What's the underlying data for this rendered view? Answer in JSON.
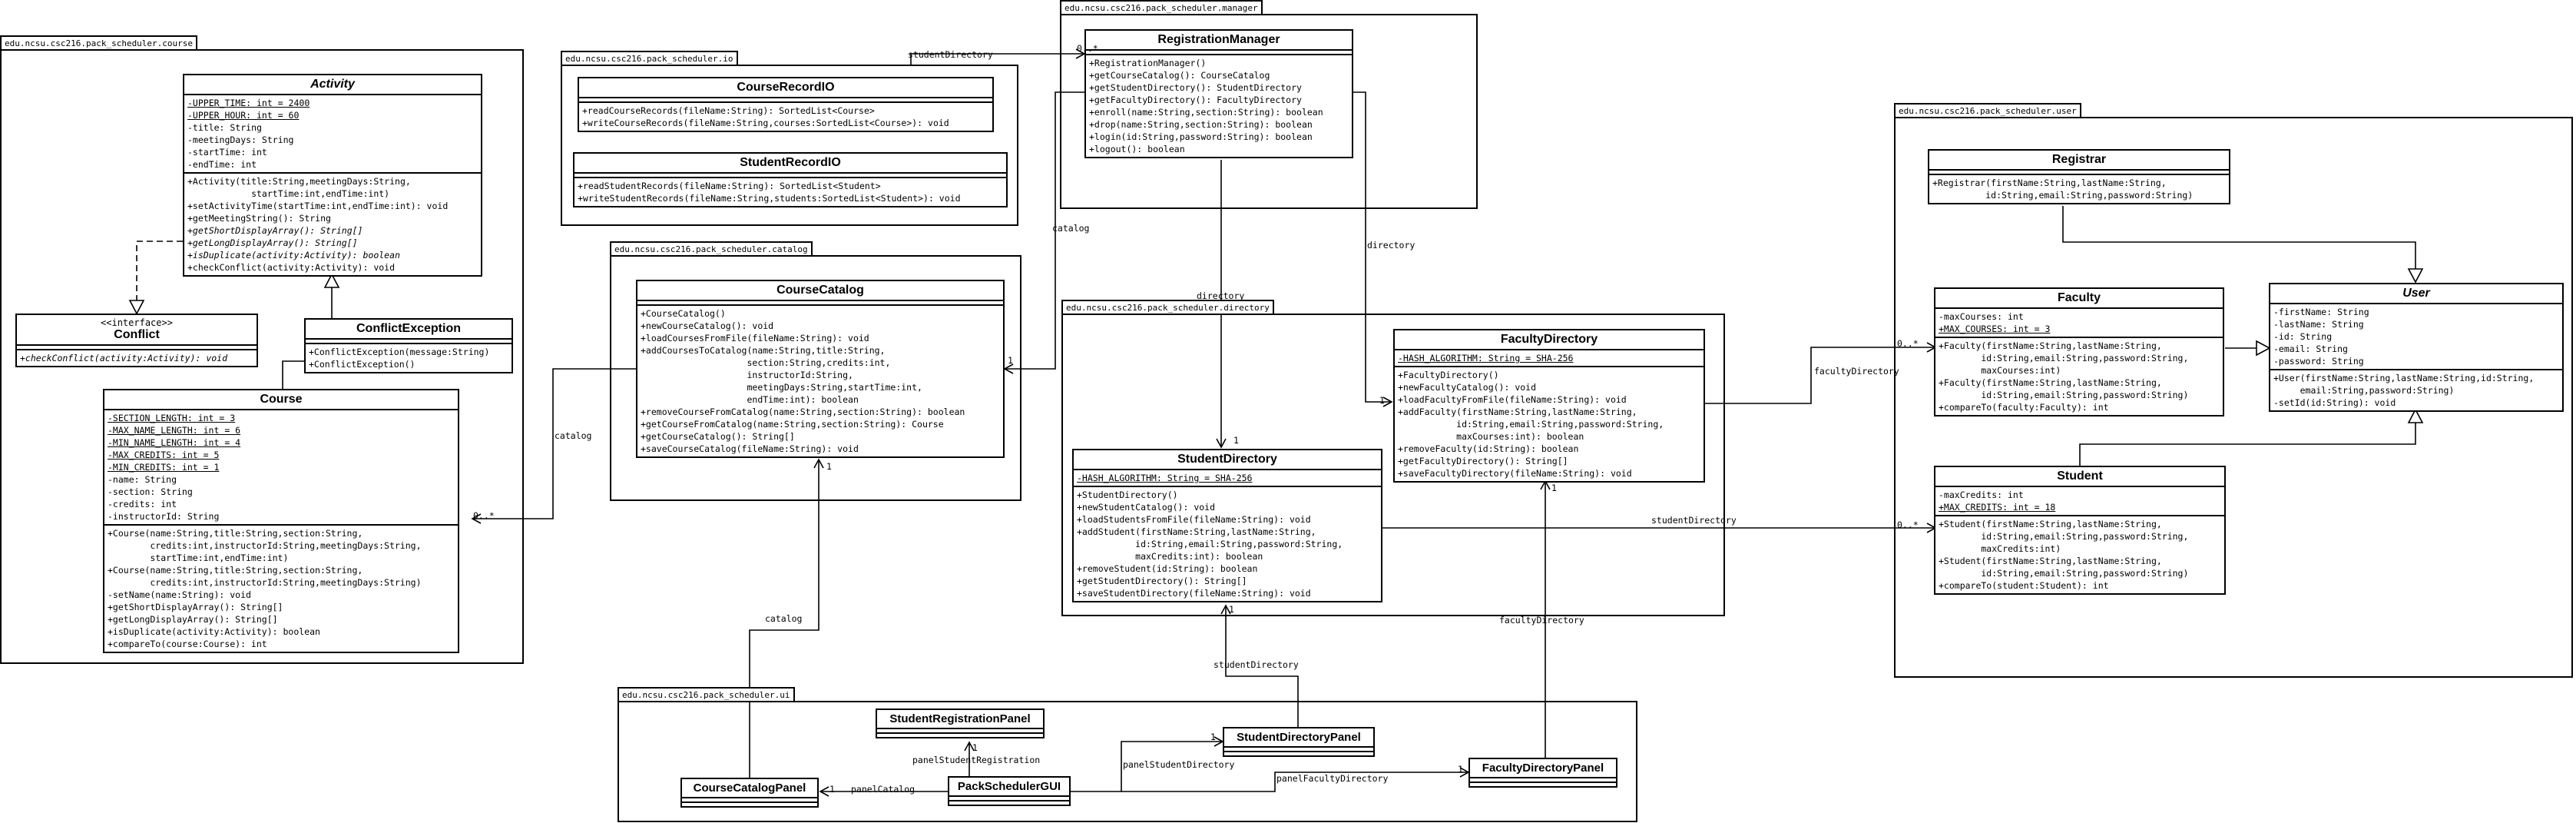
{
  "packages": {
    "course": "edu.ncsu.csc216.pack_scheduler.course",
    "io": "edu.ncsu.csc216.pack_scheduler.io",
    "manager": "edu.ncsu.csc216.pack_scheduler.manager",
    "catalog": "edu.ncsu.csc216.pack_scheduler.catalog",
    "directory": "edu.ncsu.csc216.pack_scheduler.directory",
    "user": "edu.ncsu.csc216.pack_scheduler.user",
    "ui": "edu.ncsu.csc216.pack_scheduler.ui"
  },
  "classes": {
    "activity": {
      "name": "Activity",
      "attrs": [
        "-UPPER_TIME: int = 2400",
        "-UPPER_HOUR: int = 60",
        "-title: String",
        "-meetingDays: String",
        "-startTime: int",
        "-endTime: int"
      ],
      "ops": [
        "+Activity(title:String,meetingDays:String,",
        "            startTime:int,endTime:int)",
        "+setActivityTime(startTime:int,endTime:int): void",
        "+getMeetingString(): String",
        "+getShortDisplayArray(): String[]",
        "+getLongDisplayArray(): String[]",
        "+isDuplicate(activity:Activity): boolean",
        "+checkConflict(activity:Activity): void"
      ]
    },
    "conflict": {
      "stereotype": "<<interface>>",
      "name": "Conflict",
      "ops": [
        "+checkConflict(activity:Activity): void"
      ]
    },
    "conflictException": {
      "name": "ConflictException",
      "ops": [
        "+ConflictException(message:String)",
        "+ConflictException()"
      ]
    },
    "course": {
      "name": "Course",
      "attrs": [
        "-SECTION_LENGTH: int = 3",
        "-MAX_NAME_LENGTH: int = 6",
        "-MIN_NAME_LENGTH: int = 4",
        "-MAX_CREDITS: int = 5",
        "-MIN_CREDITS: int = 1",
        "-name: String",
        "-section: String",
        "-credits: int",
        "-instructorId: String"
      ],
      "ops": [
        "+Course(name:String,title:String,section:String,",
        "        credits:int,instructorId:String,meetingDays:String,",
        "        startTime:int,endTime:int)",
        "+Course(name:String,title:String,section:String,",
        "        credits:int,instructorId:String,meetingDays:String)",
        "-setName(name:String): void",
        "+getShortDisplayArray(): String[]",
        "+getLongDisplayArray(): String[]",
        "+isDuplicate(activity:Activity): boolean",
        "+compareTo(course:Course): int"
      ]
    },
    "courseRecordIO": {
      "name": "CourseRecordIO",
      "ops": [
        "+readCourseRecords(fileName:String): SortedList<Course>",
        "+writeCourseRecords(fileName:String,courses:SortedList<Course>): void"
      ]
    },
    "studentRecordIO": {
      "name": "StudentRecordIO",
      "ops": [
        "+readStudentRecords(fileName:String): SortedList<Student>",
        "+writeStudentRecords(fileName:String,students:SortedList<Student>): void"
      ]
    },
    "registrationManager": {
      "name": "RegistrationManager",
      "ops": [
        "+RegistrationManager()",
        "+getCourseCatalog(): CourseCatalog",
        "+getStudentDirectory(): StudentDirectory",
        "+getFacultyDirectory(): FacultyDirectory",
        "+enroll(name:String,section:String): boolean",
        "+drop(name:String,section:String): boolean",
        "+login(id:String,password:String): boolean",
        "+logout(): boolean"
      ]
    },
    "courseCatalog": {
      "name": "CourseCatalog",
      "ops": [
        "+CourseCatalog()",
        "+newCourseCatalog(): void",
        "+loadCoursesFromFile(fileName:String): void",
        "+addCoursesToCatalog(name:String,title:String,",
        "                    section:String,credits:int,",
        "                    instructorId:String,",
        "                    meetingDays:String,startTime:int,",
        "                    endTime:int): boolean",
        "+removeCourseFromCatalog(name:String,section:String): boolean",
        "+getCourseFromCatalog(name:String,section:String): Course",
        "+getCourseCatalog(): String[]",
        "+saveCourseCatalog(fileName:String): void"
      ]
    },
    "studentDirectory": {
      "name": "StudentDirectory",
      "attrs": [
        "-HASH_ALGORITHM: String = SHA-256"
      ],
      "ops": [
        "+StudentDirectory()",
        "+newStudentCatalog(): void",
        "+loadStudentsFromFile(fileName:String): void",
        "+addStudent(firstName:String,lastName:String,",
        "           id:String,email:String,password:String,",
        "           maxCredits:int): boolean",
        "+removeStudent(id:String): boolean",
        "+getStudentDirectory(): String[]",
        "+saveStudentDirectory(fileName:String): void"
      ]
    },
    "facultyDirectory": {
      "name": "FacultyDirectory",
      "attrs": [
        "-HASH_ALGORITHM: String = SHA-256"
      ],
      "ops": [
        "+FacultyDirectory()",
        "+newFacultyCatalog(): void",
        "+loadFacultyFromFile(fileName:String): void",
        "+addFaculty(firstName:String,lastName:String,",
        "           id:String,email:String,password:String,",
        "           maxCourses:int): boolean",
        "+removeFaculty(id:String): boolean",
        "+getFacultyDirectory(): String[]",
        "+saveFacultyDirectory(fileName:String): void"
      ]
    },
    "registrar": {
      "name": "Registrar",
      "ops": [
        "+Registrar(firstName:String,lastName:String,",
        "          id:String,email:String,password:String)"
      ]
    },
    "faculty": {
      "name": "Faculty",
      "attrs": [
        "-maxCourses: int",
        "+MAX_COURSES: int = 3"
      ],
      "ops": [
        "+Faculty(firstName:String,lastName:String,",
        "        id:String,email:String,password:String,",
        "        maxCourses:int)",
        "+Faculty(firstName:String,lastName:String,",
        "        id:String,email:String,password:String)",
        "+compareTo(faculty:Faculty): int"
      ]
    },
    "user": {
      "name": "User",
      "attrs": [
        "-firstName: String",
        "-lastName: String",
        "-id: String",
        "-email: String",
        "-password: String"
      ],
      "ops": [
        "+User(firstName:String,lastName:String,id:String,",
        "     email:String,password:String)",
        "-setId(id:String): void"
      ]
    },
    "student": {
      "name": "Student",
      "attrs": [
        "-maxCredits: int",
        "+MAX_CREDITS: int = 18"
      ],
      "ops": [
        "+Student(firstName:String,lastName:String,",
        "        id:String,email:String,password:String,",
        "        maxCredits:int)",
        "+Student(firstName:String,lastName:String,",
        "        id:String,email:String,password:String)",
        "+compareTo(student:Student): int"
      ]
    },
    "studentRegistrationPanel": {
      "name": "StudentRegistrationPanel"
    },
    "studentDirectoryPanel": {
      "name": "StudentDirectoryPanel"
    },
    "facultyDirectoryPanel": {
      "name": "FacultyDirectoryPanel"
    },
    "courseCatalogPanel": {
      "name": "CourseCatalogPanel"
    },
    "packSchedulerGUI": {
      "name": "PackSchedulerGUI"
    }
  },
  "labels": {
    "studentDirectory_top": "studentDirectory",
    "catalog_mgr": "catalog",
    "directory_mgr": "directory",
    "directory_mgr2": "directory",
    "catalog_course": "catalog",
    "facultyDirectory_user": "facultyDirectory",
    "studentDirectory_user": "studentDirectory",
    "facultyDirectory_ui": "facultyDirectory",
    "studentDirectory_ui": "studentDirectory",
    "catalog_ui": "catalog",
    "panelStudentRegistration": "panelStudentRegistration",
    "panelStudentDirectory": "panelStudentDirectory",
    "panelFacultyDirectory": "panelFacultyDirectory",
    "panelCatalog": "panelCatalog",
    "m_0star_a": "0..*",
    "m_0star_b": "0..*",
    "m_0star_c": "0..*",
    "m_0star_d": "0..*",
    "m_1_a": "1",
    "m_1_b": "1",
    "m_1_c": "1",
    "m_1_d": "1",
    "m_1_e": "1",
    "m_1_f": "1",
    "m_1_g": "1",
    "m_1_h": "1",
    "m_1_i": "1",
    "m_1_j": "1"
  }
}
